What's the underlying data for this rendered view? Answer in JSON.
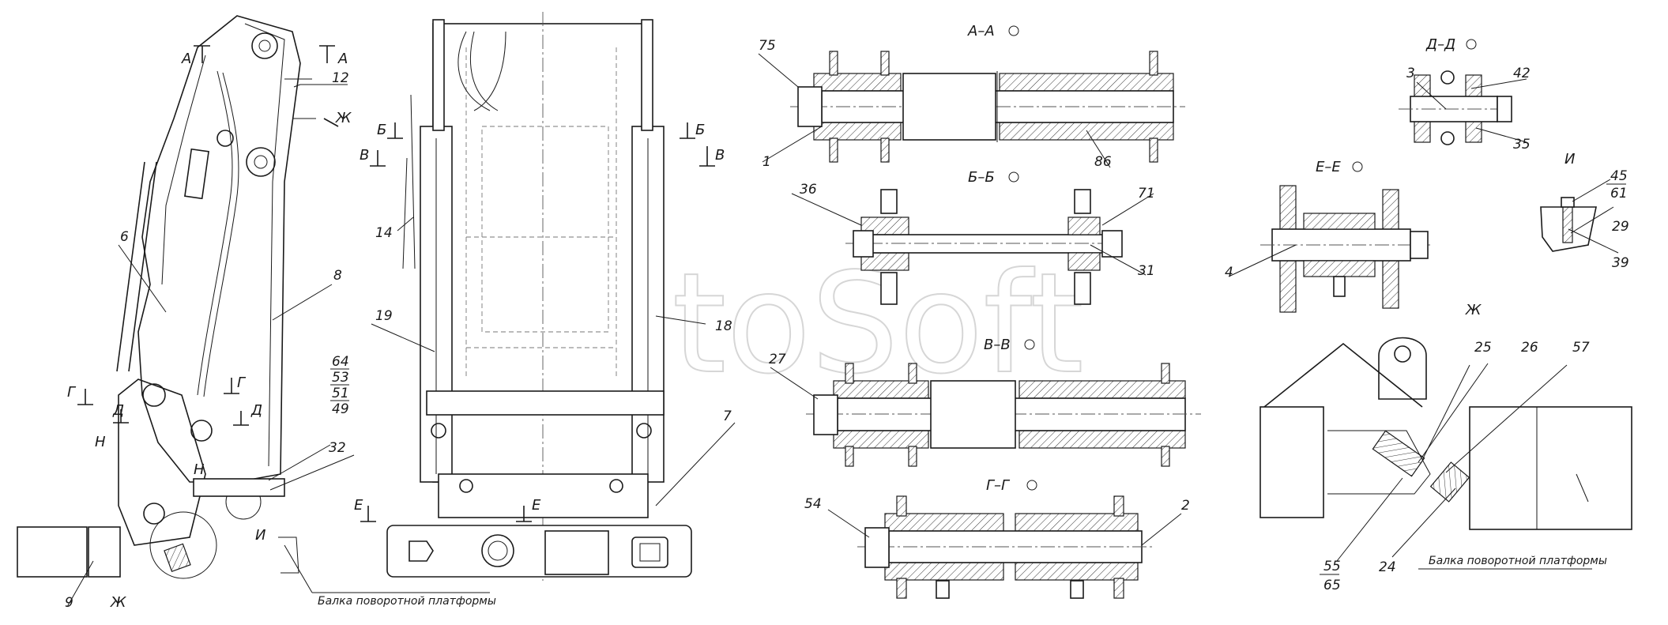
{
  "watermark": "AutoSoft",
  "sections": {
    "aa": "А–А",
    "bb": "Б–Б",
    "vv": "В–В",
    "gg": "Г–Г",
    "dd": "Д–Д",
    "ee": "Е–Е",
    "i": "И",
    "zh": "Ж"
  },
  "cut_marks": {
    "a": "А",
    "b": "Б",
    "v": "В",
    "g": "Г",
    "d": "Д",
    "e": "Е",
    "n": "Н",
    "i": "И",
    "zh": "Ж"
  },
  "notes": {
    "beam_left": "Балка поворотной платформы",
    "beam_right": "Балка поворотной платформы"
  },
  "callouts": {
    "c1": "1",
    "c2": "2",
    "c3": "3",
    "c4": "4",
    "c6": "6",
    "c7": "7",
    "c8": "8",
    "c9": "9",
    "c12": "12",
    "c14": "14",
    "c18": "18",
    "c19": "19",
    "c24": "24",
    "c25": "25",
    "c26": "26",
    "c27": "27",
    "c29": "29",
    "c31": "31",
    "c32": "32",
    "c35": "35",
    "c36": "36",
    "c39": "39",
    "c42": "42",
    "c45": "45",
    "c49": "49",
    "c51": "51",
    "c53": "53",
    "c54": "54",
    "c55": "55",
    "c57": "57",
    "c61": "61",
    "c64": "64",
    "c65": "65",
    "c71": "71",
    "c75": "75",
    "c86": "86"
  }
}
